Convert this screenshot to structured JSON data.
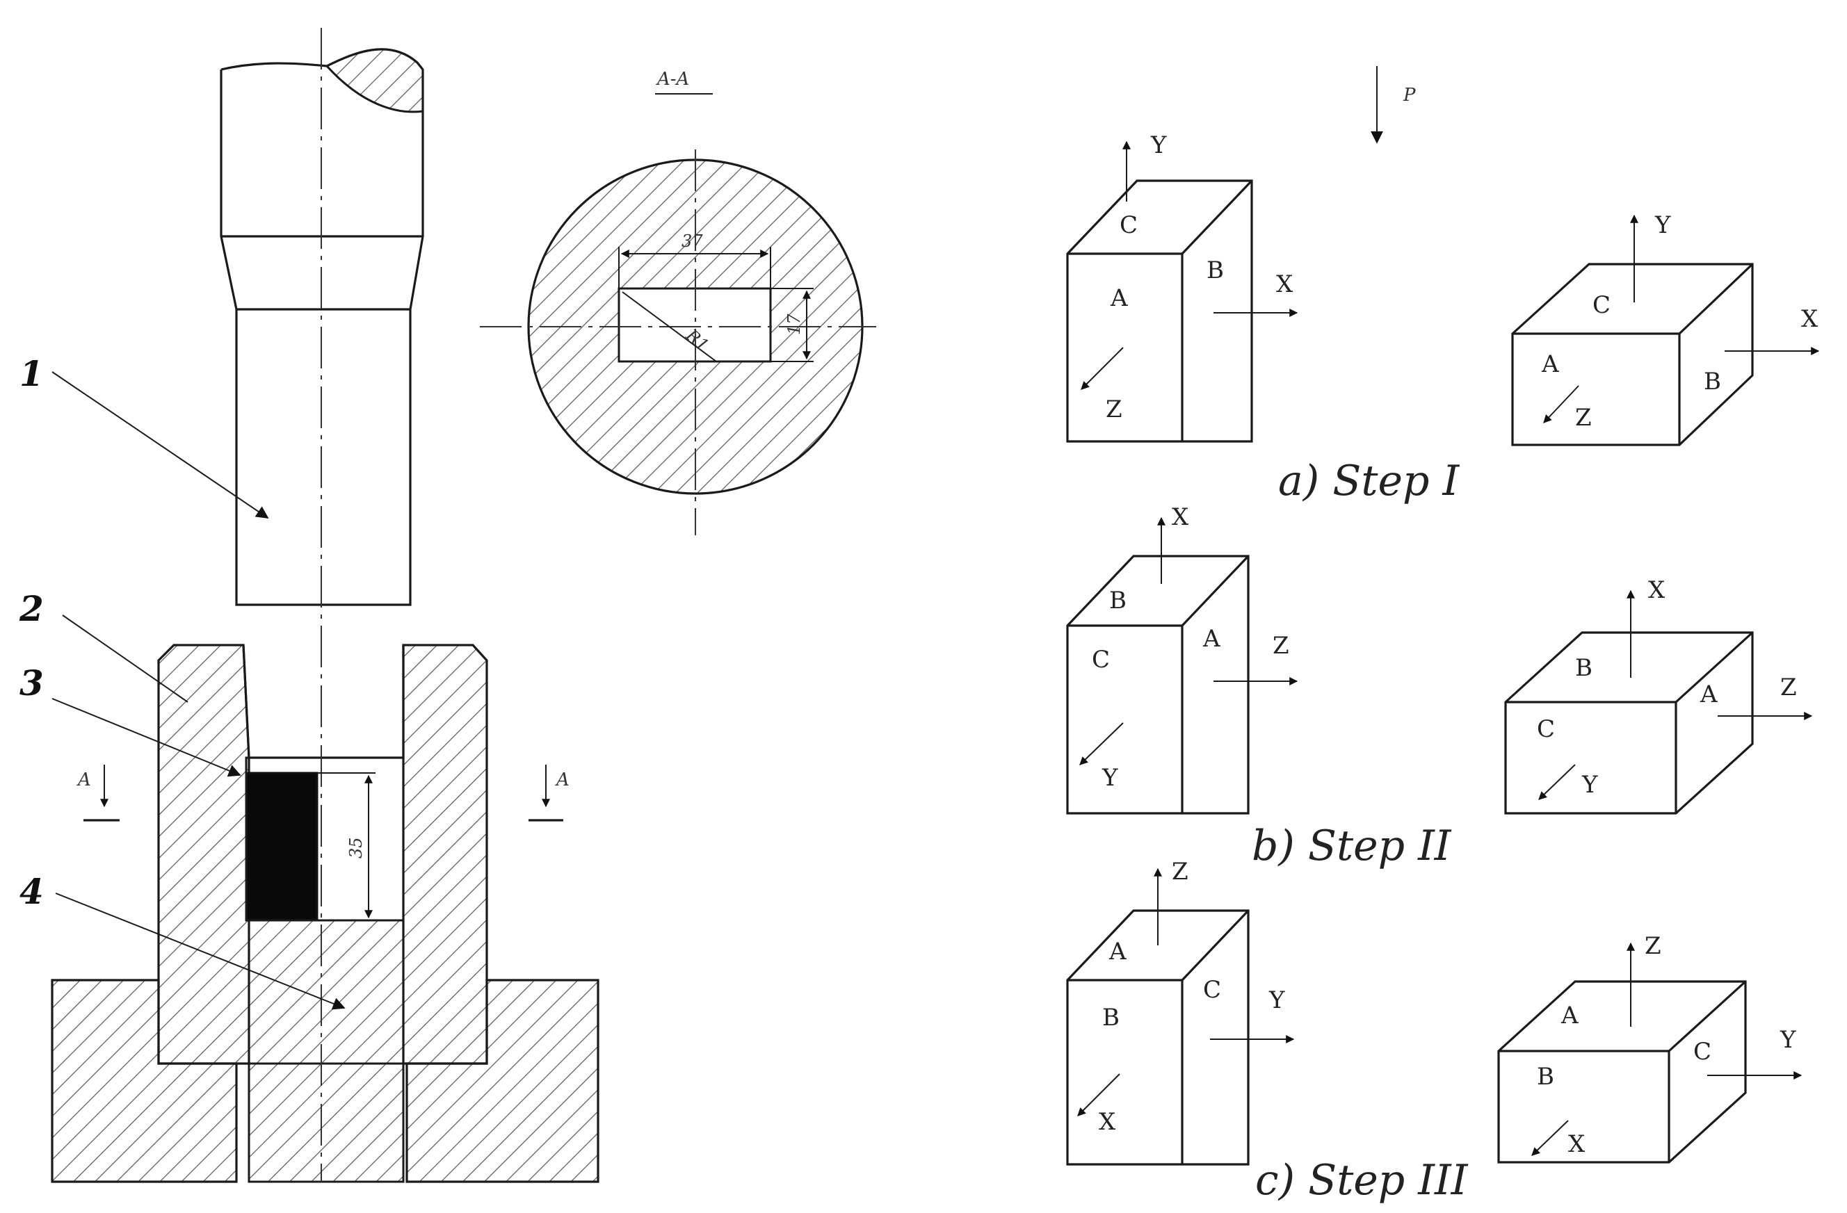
{
  "drawing": {
    "callouts": [
      "1",
      "2",
      "3",
      "4"
    ],
    "section_label": "A-A",
    "section_marks": [
      "A",
      "A"
    ],
    "dimensions": {
      "width": "37",
      "diagonal": "R1",
      "height_small": "17",
      "height_billet": "35"
    }
  },
  "load_label": "P",
  "steps": [
    {
      "caption": "a) Step I",
      "before": {
        "top": "C",
        "front": "A",
        "side": "B",
        "up_axis": "Y",
        "right_axis": "X",
        "depth_axis": "Z"
      },
      "after": {
        "top": "C",
        "front": "A",
        "side": "B",
        "up_axis": "Y",
        "right_axis": "X",
        "depth_axis": "Z"
      }
    },
    {
      "caption": "b) Step II",
      "before": {
        "top": "B",
        "front": "C",
        "side": "A",
        "up_axis": "X",
        "right_axis": "Z",
        "depth_axis": "Y"
      },
      "after": {
        "top": "B",
        "front": "C",
        "side": "A",
        "up_axis": "X",
        "right_axis": "Z",
        "depth_axis": "Y"
      }
    },
    {
      "caption": "c) Step III",
      "before": {
        "top": "A",
        "front": "B",
        "side": "C",
        "up_axis": "Z",
        "right_axis": "Y",
        "depth_axis": "X"
      },
      "after": {
        "top": "A",
        "front": "B",
        "side": "C",
        "up_axis": "Z",
        "right_axis": "Y",
        "depth_axis": "X"
      }
    }
  ]
}
